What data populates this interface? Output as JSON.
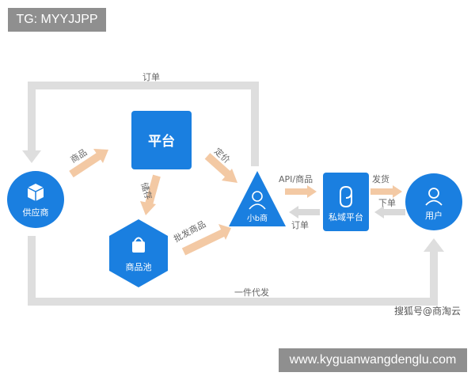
{
  "tags": {
    "top": "TG: MYYJJPP",
    "bottom": "www.kyguanwangdenglu.com"
  },
  "watermark": "搜狐号@商淘云",
  "nodes": {
    "supplier": "供应商",
    "platform": "平台",
    "pool": "商品池",
    "small_b": "小b商",
    "private": "私域平台",
    "user": "用户"
  },
  "edges": {
    "order_top": "订单",
    "goods": "商品",
    "store": "储存",
    "pricing": "定价",
    "wholesale": "批发商品",
    "api_goods": "API/商品",
    "order_back": "订单",
    "ship": "发货",
    "place_order": "下单",
    "dropship": "一件代发"
  },
  "colors": {
    "primary": "#1a7fe0",
    "arrow": "#f3c9a4",
    "line": "#dedede",
    "gray_arrow": "#d9d9d9"
  }
}
